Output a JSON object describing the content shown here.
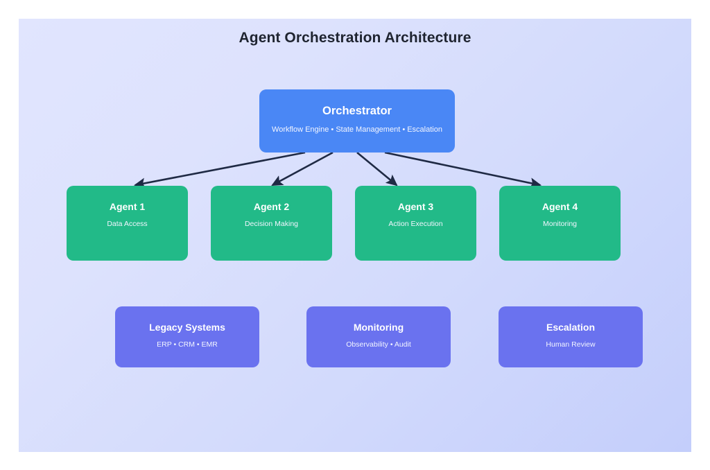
{
  "diagram": {
    "title": "Agent Orchestration Architecture",
    "type": "architecture-flow",
    "colors": {
      "background_start": "#e1e5fe",
      "background_end": "#c4cefb",
      "orchestrator": "#4a87f5",
      "agent": "#22ba88",
      "support": "#6a72ef",
      "connector": "#1f2a44",
      "title_text": "#1f2430",
      "node_text": "#ffffff"
    },
    "orchestrator": {
      "title": "Orchestrator",
      "subtitle": "Workflow Engine • State Management • Escalation"
    },
    "agents": [
      {
        "title": "Agent 1",
        "subtitle": "Data Access"
      },
      {
        "title": "Agent 2",
        "subtitle": "Decision Making"
      },
      {
        "title": "Agent 3",
        "subtitle": "Action Execution"
      },
      {
        "title": "Agent 4",
        "subtitle": "Monitoring"
      }
    ],
    "support_systems": [
      {
        "title": "Legacy Systems",
        "subtitle": "ERP • CRM • EMR"
      },
      {
        "title": "Monitoring",
        "subtitle": "Observability • Audit"
      },
      {
        "title": "Escalation",
        "subtitle": "Human Review"
      }
    ],
    "connections": [
      {
        "from": "Orchestrator",
        "to": "Agent 1",
        "style": "arrow"
      },
      {
        "from": "Orchestrator",
        "to": "Agent 2",
        "style": "arrow"
      },
      {
        "from": "Orchestrator",
        "to": "Agent 3",
        "style": "arrow"
      },
      {
        "from": "Orchestrator",
        "to": "Agent 4",
        "style": "arrow"
      }
    ]
  }
}
